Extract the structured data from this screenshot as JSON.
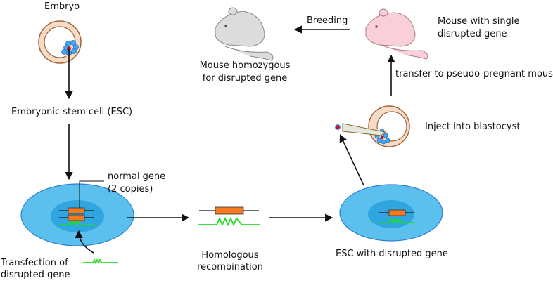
{
  "labels": {
    "embryo": "Embryo",
    "esc": "Embryonic stem cell (ESC)",
    "normal_gene_line1": "normal gene",
    "normal_gene_line2": "(2 copies)",
    "transfection_line1": "Transfection of",
    "transfection_line2": "disrupted gene",
    "homologous_line1": "Homologous",
    "homologous_line2": "recombination",
    "esc_disrupted": "ESC with disrupted gene",
    "inject": "Inject into blastocyst",
    "transfer": "transfer to pseudo-pregnant mouse",
    "mouse_single_line1": "Mouse with single",
    "mouse_single_line2": "disrupted gene",
    "breeding": "Breeding",
    "mouse_homo_line1": "Mouse homozygous",
    "mouse_homo_line2": "for disrupted gene"
  },
  "colors": {
    "cell_outer": "#5bc0ee",
    "cell_outer_stroke": "#2a7fd0",
    "nucleus": "#2fa6e0",
    "gene_box": "#f47a20",
    "disrupted_gene": "#22dd22",
    "embryo_ring": "#f6dcc6",
    "embryo_stroke": "#a0643c",
    "inner_cells": "#44aaf0",
    "injected_cell": "#cc1133",
    "mouse_gray": "#dcdcdc",
    "mouse_pink": "#f9d0da"
  }
}
